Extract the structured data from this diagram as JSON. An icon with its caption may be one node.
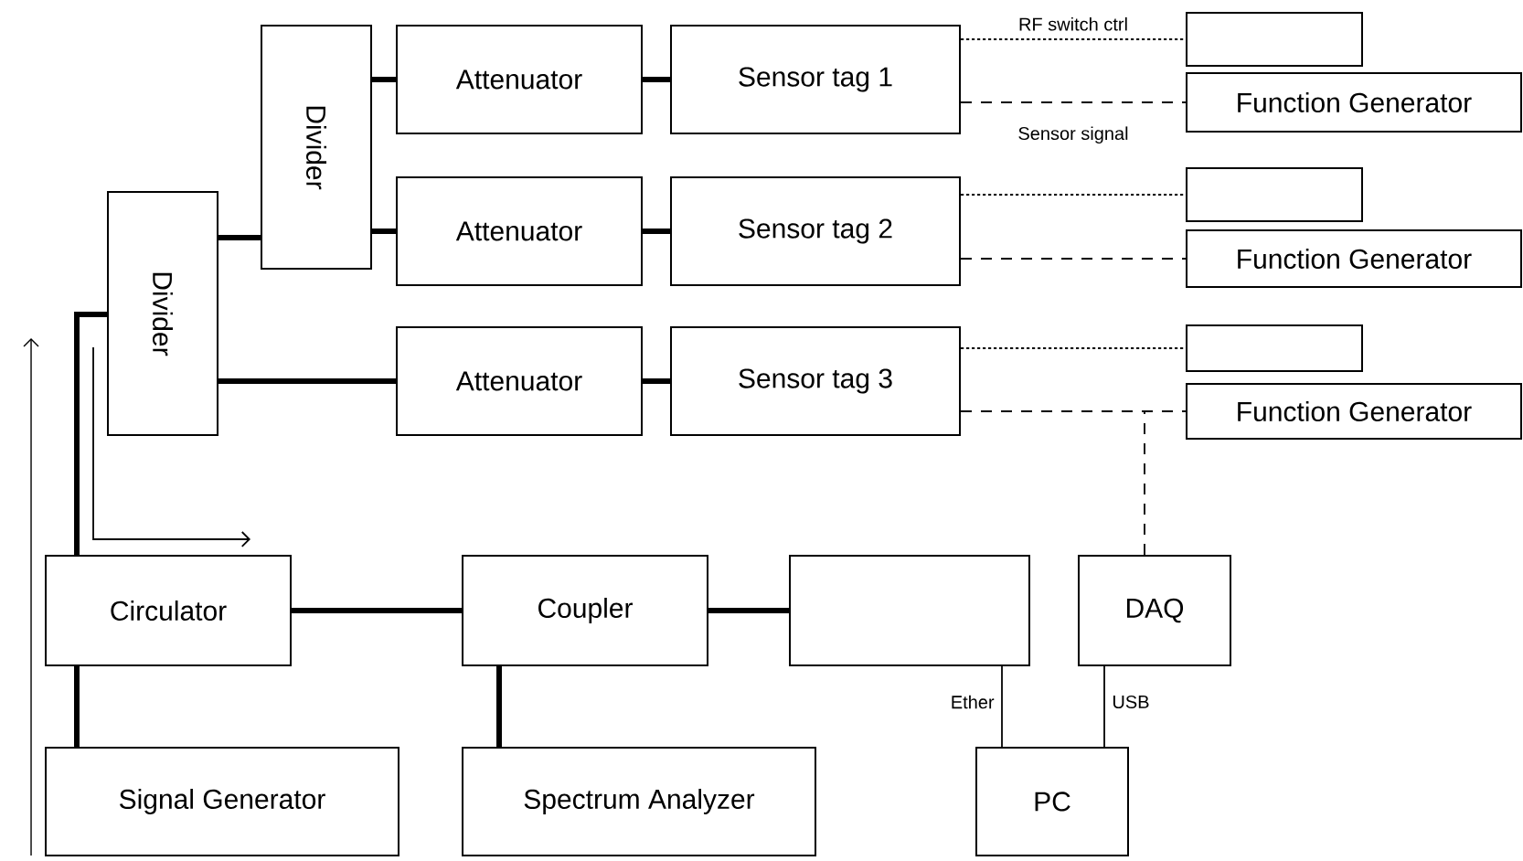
{
  "diagram": {
    "nodes": [
      {
        "text": [
          "Divider"
        ]
      },
      {
        "text": [
          "Divider"
        ]
      },
      {
        "text": [
          "Attenuator"
        ]
      },
      {
        "text": [
          "Attenuator"
        ]
      },
      {
        "text": [
          "Attenuator"
        ]
      },
      {
        "text": [
          "Sensor tag 1"
        ]
      },
      {
        "text": [
          "Sensor tag 2"
        ]
      },
      {
        "text": [
          "Sensor tag 3"
        ]
      },
      {
        "text": [],
        "shape": "box"
      },
      {
        "text": [
          "Function Generator"
        ]
      },
      {
        "text": [],
        "shape": "box"
      },
      {
        "text": [
          "Function Generator"
        ]
      },
      {
        "text": [],
        "shape": "box"
      },
      {
        "text": [
          "Function Generator"
        ]
      },
      {
        "text": [
          "Circulator"
        ]
      },
      {
        "text": [
          "Coupler"
        ]
      },
      {
        "text": [],
        "shape": "box"
      },
      {
        "text": [
          "DAQ"
        ]
      },
      {
        "text": [
          "Signal Generator"
        ]
      },
      {
        "text": [
          "Spectrum Analyzer"
        ]
      },
      {
        "text": [
          "PC"
        ]
      }
    ],
    "edges": [
      {
        "from": 1,
        "to": 0,
        "arrow": "none"
      },
      {
        "from": 0,
        "to": 2,
        "arrow": "none"
      },
      {
        "from": 0,
        "to": 3,
        "arrow": "none"
      },
      {
        "from": 1,
        "to": 4,
        "arrow": "none"
      },
      {
        "from": 2,
        "to": 5,
        "arrow": "none"
      },
      {
        "from": 3,
        "to": 6,
        "arrow": "none"
      },
      {
        "from": 4,
        "to": 7,
        "arrow": "none"
      },
      {
        "from": 14,
        "to": 1,
        "arrow": "none"
      },
      {
        "from": 14,
        "to": 15,
        "arrow": "none"
      },
      {
        "from": 15,
        "to": 16,
        "arrow": "none"
      },
      {
        "from": 14,
        "to": 18,
        "arrow": "none"
      },
      {
        "from": 15,
        "to": 19,
        "arrow": "none"
      },
      {
        "from": 5,
        "to": 8,
        "arrow": "none",
        "style": "dashed",
        "label": "RF switch ctrl"
      },
      {
        "from": 5,
        "to": 9,
        "arrow": "none",
        "style": "dashed",
        "label": "Sensor signal"
      },
      {
        "from": 6,
        "to": 10,
        "arrow": "none",
        "style": "dashed"
      },
      {
        "from": 6,
        "to": 11,
        "arrow": "none",
        "style": "dashed"
      },
      {
        "from": 7,
        "to": 12,
        "arrow": "none",
        "style": "dashed"
      },
      {
        "from": 7,
        "to": 13,
        "arrow": "none",
        "style": "dashed"
      },
      {
        "from": 17,
        "to": 13,
        "arrow": "none",
        "style": "dashed"
      },
      {
        "from": 16,
        "to": 20,
        "arrow": "none",
        "label": "Ether"
      },
      {
        "from": 17,
        "to": 20,
        "arrow": "none",
        "label": "USB"
      }
    ]
  }
}
